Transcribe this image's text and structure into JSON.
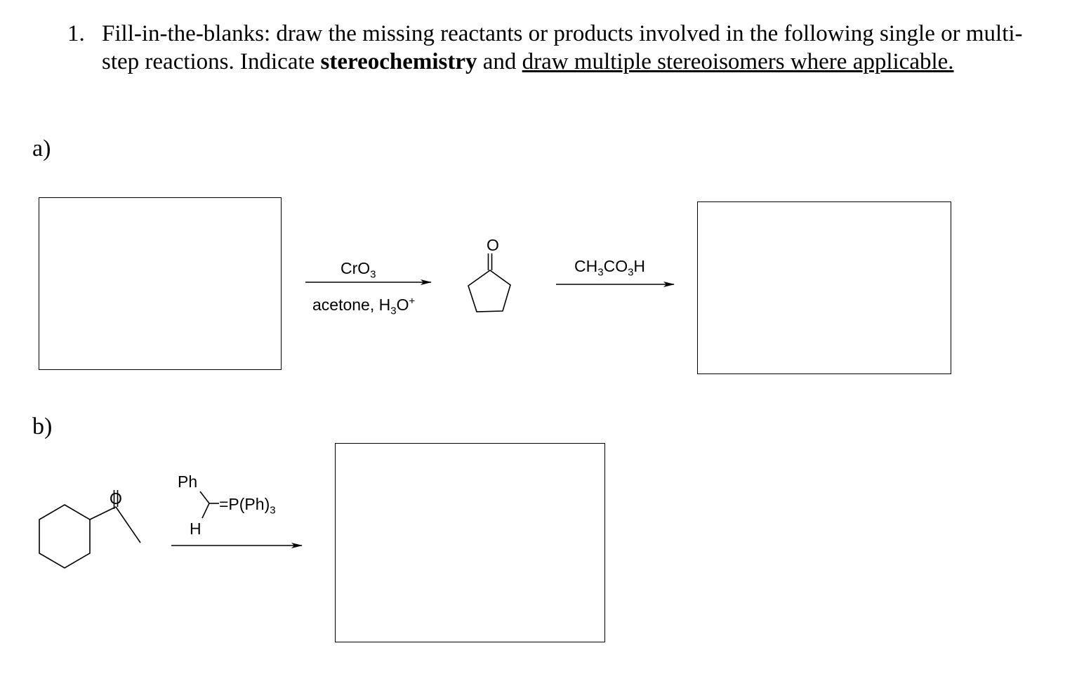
{
  "question": {
    "number": "1.",
    "intro": "Fill-in-the-blanks: draw the missing reactants or products involved in the following single or multi-step reactions. Indicate ",
    "emphasis": "stereochemistry",
    "connector": " and ",
    "underlined": "draw multiple stereoisomers where applicable."
  },
  "part_a": {
    "label": "a)",
    "reagent1_top": {
      "main": "CrO",
      "sub": "3"
    },
    "reagent1_bottom": {
      "prefix": "acetone, H",
      "sub": "3",
      "mid": "O",
      "sup": "+"
    },
    "intermediate_atom": "O",
    "reagent2_top": {
      "p1": "CH",
      "s1": "3",
      "p2": "CO",
      "s2": "3",
      "p3": "H"
    }
  },
  "part_b": {
    "label": "b)",
    "substrate_atom": "O",
    "ylide": {
      "ph": "Ph",
      "h": "H",
      "p_prefix": "=P(Ph)",
      "p_sub": "3"
    }
  },
  "colors": {
    "ink": "#000000",
    "background": "#ffffff"
  }
}
